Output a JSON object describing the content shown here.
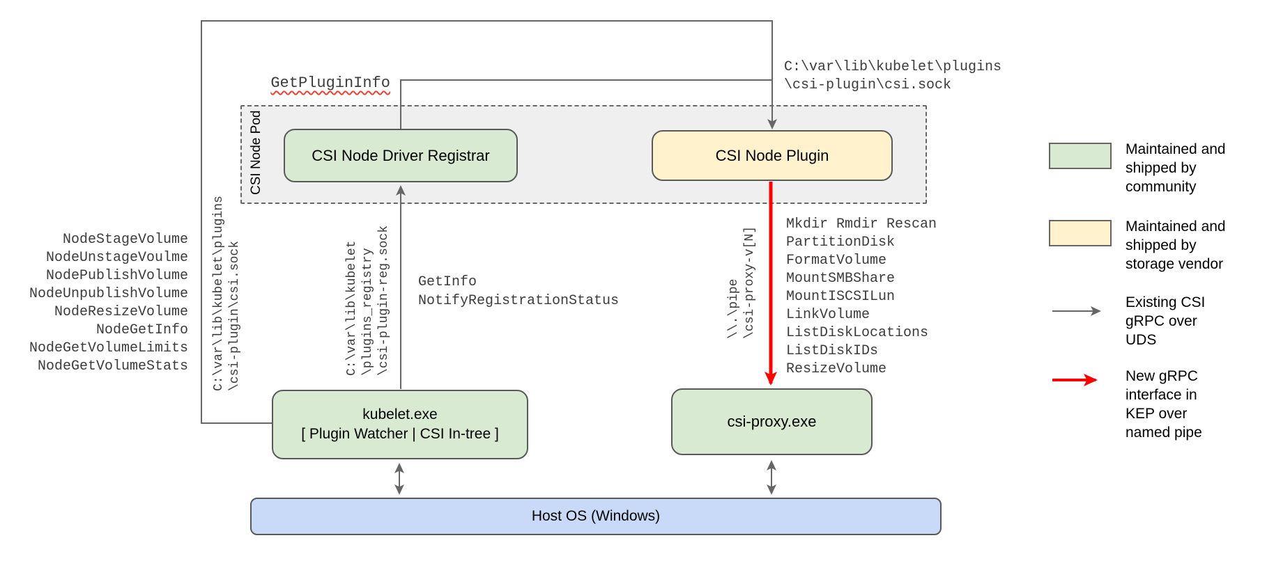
{
  "nodes": {
    "pod": {
      "label": "CSI Node Pod",
      "fill": "#efefef"
    },
    "registrar": {
      "label": "CSI Node Driver Registrar",
      "fill": "#d9ead3"
    },
    "plugin": {
      "label": "CSI Node Plugin",
      "fill": "#fff2cc"
    },
    "kubelet": {
      "line1": "kubelet.exe",
      "line2": "[ Plugin Watcher | CSI In-tree ]",
      "fill": "#d9ead3"
    },
    "csi_proxy": {
      "label": "csi-proxy.exe",
      "fill": "#d9ead3"
    },
    "host_os": {
      "label": "Host OS (Windows)",
      "fill": "#c9daf8"
    }
  },
  "edge_labels": {
    "get_plugin_info": "GetPluginInfo",
    "csi_sock_lines": [
      "C:\\var\\lib\\kubelet\\plugins",
      "\\csi-plugin\\csi.sock"
    ],
    "plugin_sock_vertical_lines": [
      "C:\\var\\lib\\kubelet\\plugins",
      "\\csi-plugin\\csi.sock"
    ],
    "registry_sock_vertical_lines": [
      "C:\\var\\lib\\kubelet",
      "\\plugins_registry",
      "\\csi-plugin-reg.sock"
    ],
    "named_pipe_vertical_lines": [
      "\\\\.\\pipe",
      "\\csi-proxy-v[N]"
    ],
    "registration_calls": [
      "GetInfo",
      "NotifyRegistrationStatus"
    ],
    "node_rpc_calls": [
      "NodeStageVolume",
      "NodeUnstageVoulme",
      "NodePublishVolume",
      "NodeUnpublishVolume",
      "NodeResizeVolume",
      "NodeGetInfo",
      "NodeGetVolumeLimits",
      "NodeGetVolumeStats"
    ],
    "proxy_calls": [
      "Mkdir Rmdir Rescan",
      "PartitionDisk",
      "FormatVolume",
      "MountSMBShare",
      "MountISCSILun",
      "LinkVolume",
      "ListDiskLocations",
      "ListDiskIDs",
      "ResizeVolume"
    ]
  },
  "legend": {
    "community": {
      "color": "#d9ead3",
      "lines": [
        "Maintained and",
        "shipped by",
        "community"
      ]
    },
    "vendor": {
      "color": "#fff2cc",
      "lines": [
        "Maintained and",
        "shipped by",
        "storage vendor"
      ]
    },
    "existing": {
      "color": "#666666",
      "lines": [
        "Existing CSI",
        "gRPC over",
        "UDS"
      ]
    },
    "new": {
      "color": "#ff0000",
      "lines": [
        "New gRPC",
        "interface in",
        "KEP over",
        "named pipe"
      ]
    }
  },
  "colors": {
    "existing_grpc_arrow": "#666666",
    "new_grpc_arrow": "#ff0000",
    "border": "#595959",
    "mono_text": "#3c3c3c"
  }
}
